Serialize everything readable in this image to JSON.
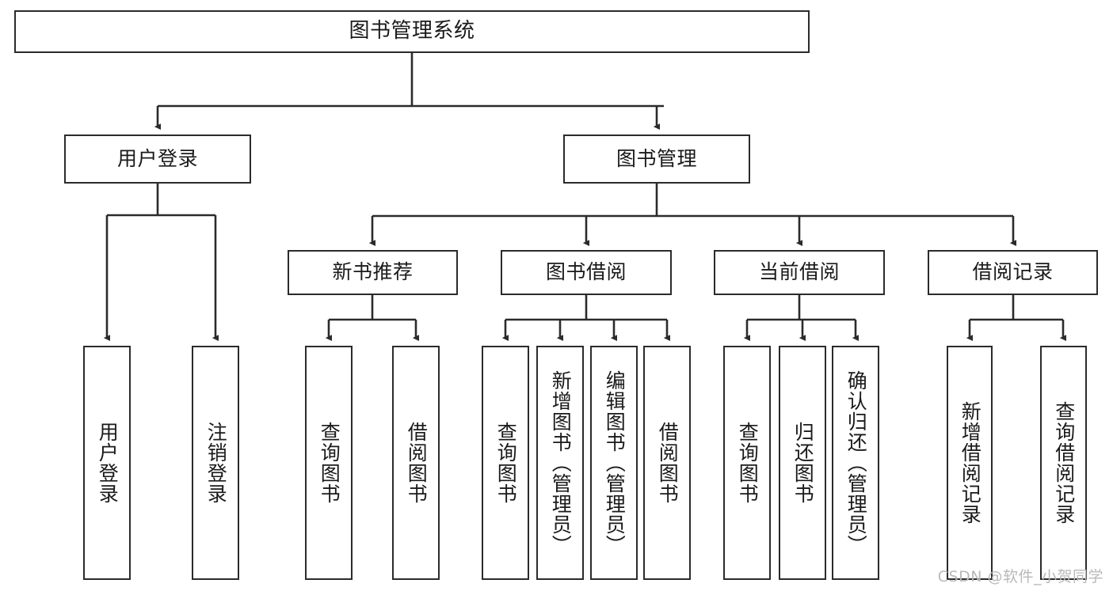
{
  "diagram": {
    "title": "图书管理系统",
    "type": "tree-hierarchy",
    "watermark": "CSDN @软件_小贺同学",
    "stroke_color": "#2b2b2b",
    "text_color": "#1a1a1a",
    "background_color": "#ffffff",
    "watermark_color": "#b9b9b9"
  },
  "nodes": {
    "root": {
      "label": "图书管理系统"
    },
    "level2": [
      {
        "label": "用户登录"
      },
      {
        "label": "图书管理"
      }
    ],
    "level3": [
      {
        "label": "新书推荐"
      },
      {
        "label": "图书借阅"
      },
      {
        "label": "当前借阅"
      },
      {
        "label": "借阅记录"
      }
    ],
    "leaves": {
      "user_login": [
        {
          "label": "用户登录"
        },
        {
          "label": "注销登录"
        }
      ],
      "new_book_recommend": [
        {
          "label": "查询图书"
        },
        {
          "label": "借阅图书"
        }
      ],
      "book_borrow": [
        {
          "label": "查询图书"
        },
        {
          "label": "新增图书（管理员）"
        },
        {
          "label": "编辑图书（管理员）"
        },
        {
          "label": "借阅图书"
        }
      ],
      "current_borrow": [
        {
          "label": "查询图书"
        },
        {
          "label": "归还图书"
        },
        {
          "label": "确认归还（管理员）"
        }
      ],
      "borrow_record": [
        {
          "label": "新增借阅记录"
        },
        {
          "label": "查询借阅记录"
        }
      ]
    }
  }
}
